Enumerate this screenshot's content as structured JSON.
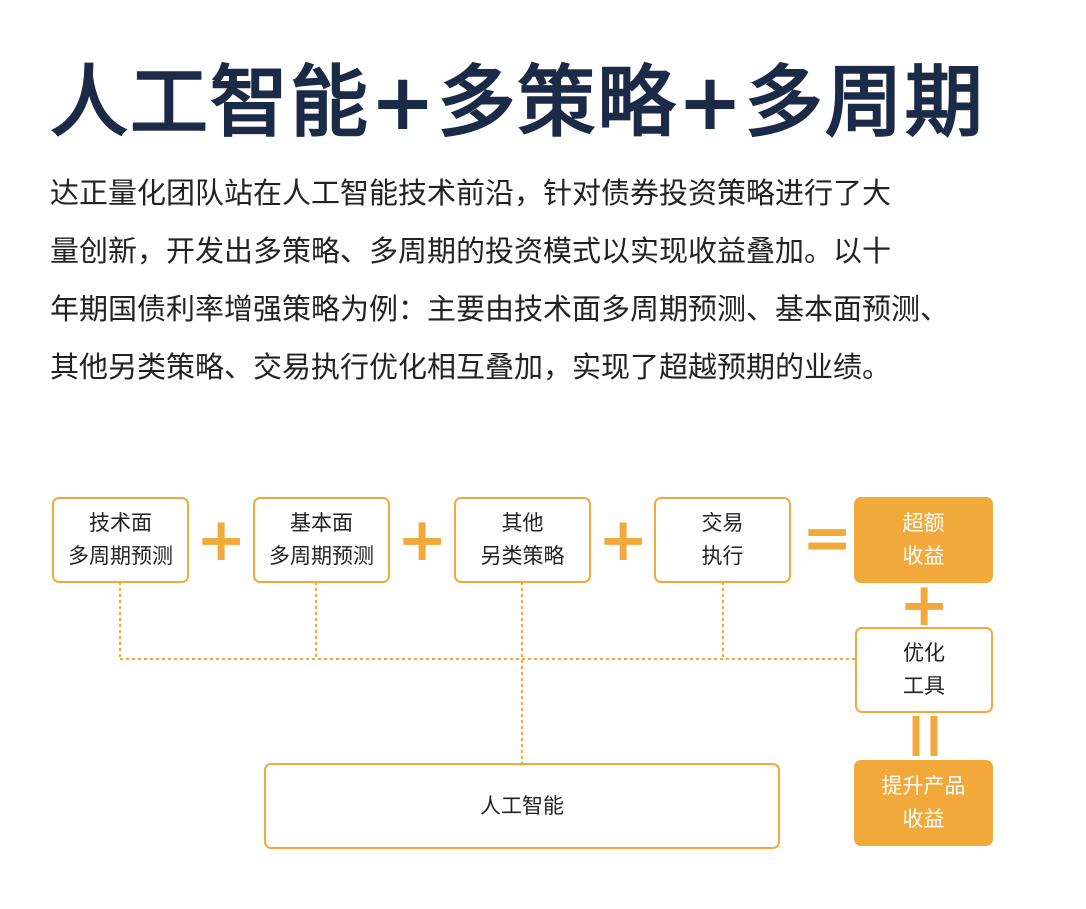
{
  "title": "人工智能+多策略+多周期",
  "paragraph": [
    "达正量化团队站在人工智能技术前沿，针对债券投资策略进行了大",
    "量创新，开发出多策略、多周期的投资模式以实现收益叠加。以十",
    "年期国债利率增强策略为例：主要由技术面多周期预测、基本面预测、",
    "其他另类策略、交易执行优化相互叠加，实现了超越预期的业绩。"
  ],
  "diagram": {
    "boxes": {
      "technical": [
        "技术面",
        "多周期预测"
      ],
      "fundamental": [
        "基本面",
        "多周期预测"
      ],
      "other": [
        "其他",
        "另类策略"
      ],
      "trade": [
        "交易",
        "执行"
      ],
      "excess": [
        "超额",
        "收益"
      ],
      "optimize": [
        "优化",
        "工具"
      ],
      "product": [
        "提升产品",
        "收益"
      ],
      "ai": "人工智能"
    },
    "operators": {
      "plus": "+",
      "equals": "="
    }
  },
  "colors": {
    "accent": "#f2a93b",
    "title": "#1b2a47",
    "text": "#222222"
  }
}
